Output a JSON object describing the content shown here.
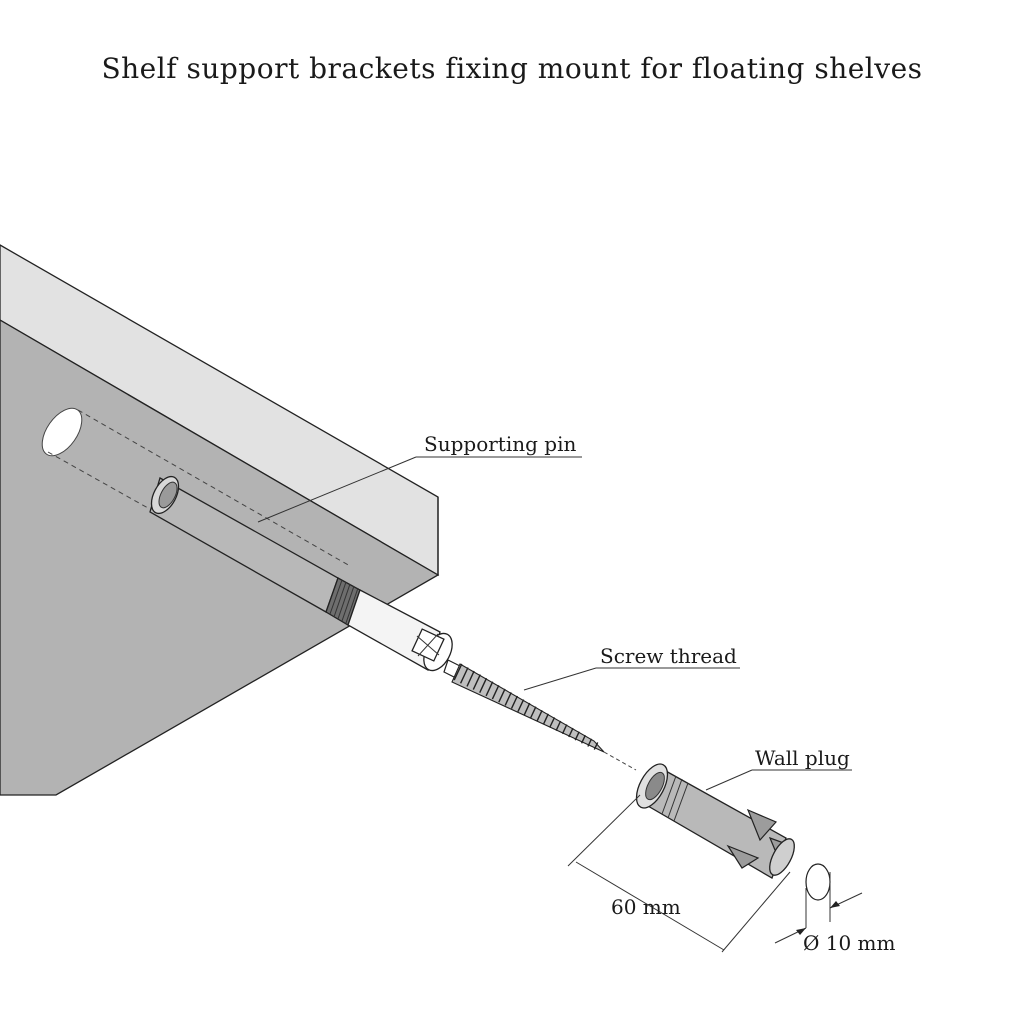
{
  "title": "Shelf support brackets fixing mount for floating shelves",
  "labels": {
    "supporting_pin": "Supporting pin",
    "screw_thread": "Screw thread",
    "wall_plug": "Wall plug",
    "length": "60 mm",
    "diameter": "Ø 10 mm"
  },
  "colors": {
    "shelf_top": "#e2e2e2",
    "shelf_front": "#b3b3b3",
    "shelf_side": "#d6d6d6",
    "line": "#222222"
  }
}
